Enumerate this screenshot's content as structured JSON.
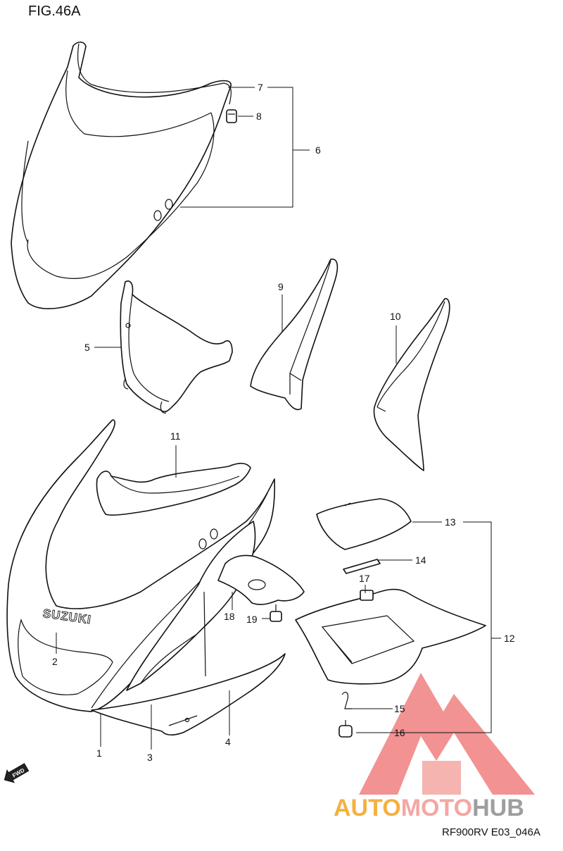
{
  "figure": {
    "title": "FIG.46A",
    "code": "RF900RV E03_046A",
    "fwd_label": "FWD",
    "logo_text": "SUZUKI"
  },
  "parts": {
    "p1": "1",
    "p2": "2",
    "p3": "3",
    "p4": "4",
    "p5": "5",
    "p6": "6",
    "p7": "7",
    "p8": "8",
    "p9": "9",
    "p10": "10",
    "p11": "11",
    "p12": "12",
    "p13": "13",
    "p14": "14",
    "p15": "15",
    "p16": "16",
    "p17": "17",
    "p18": "18",
    "p19": "19"
  },
  "watermark": {
    "part1": "AUTO",
    "part2": "MOTO",
    "part3": "HUB",
    "colors": {
      "orange": "#f5b041",
      "pink": "#f4a7a3",
      "gray": "#9e9e9e",
      "red": "#f08080"
    }
  }
}
